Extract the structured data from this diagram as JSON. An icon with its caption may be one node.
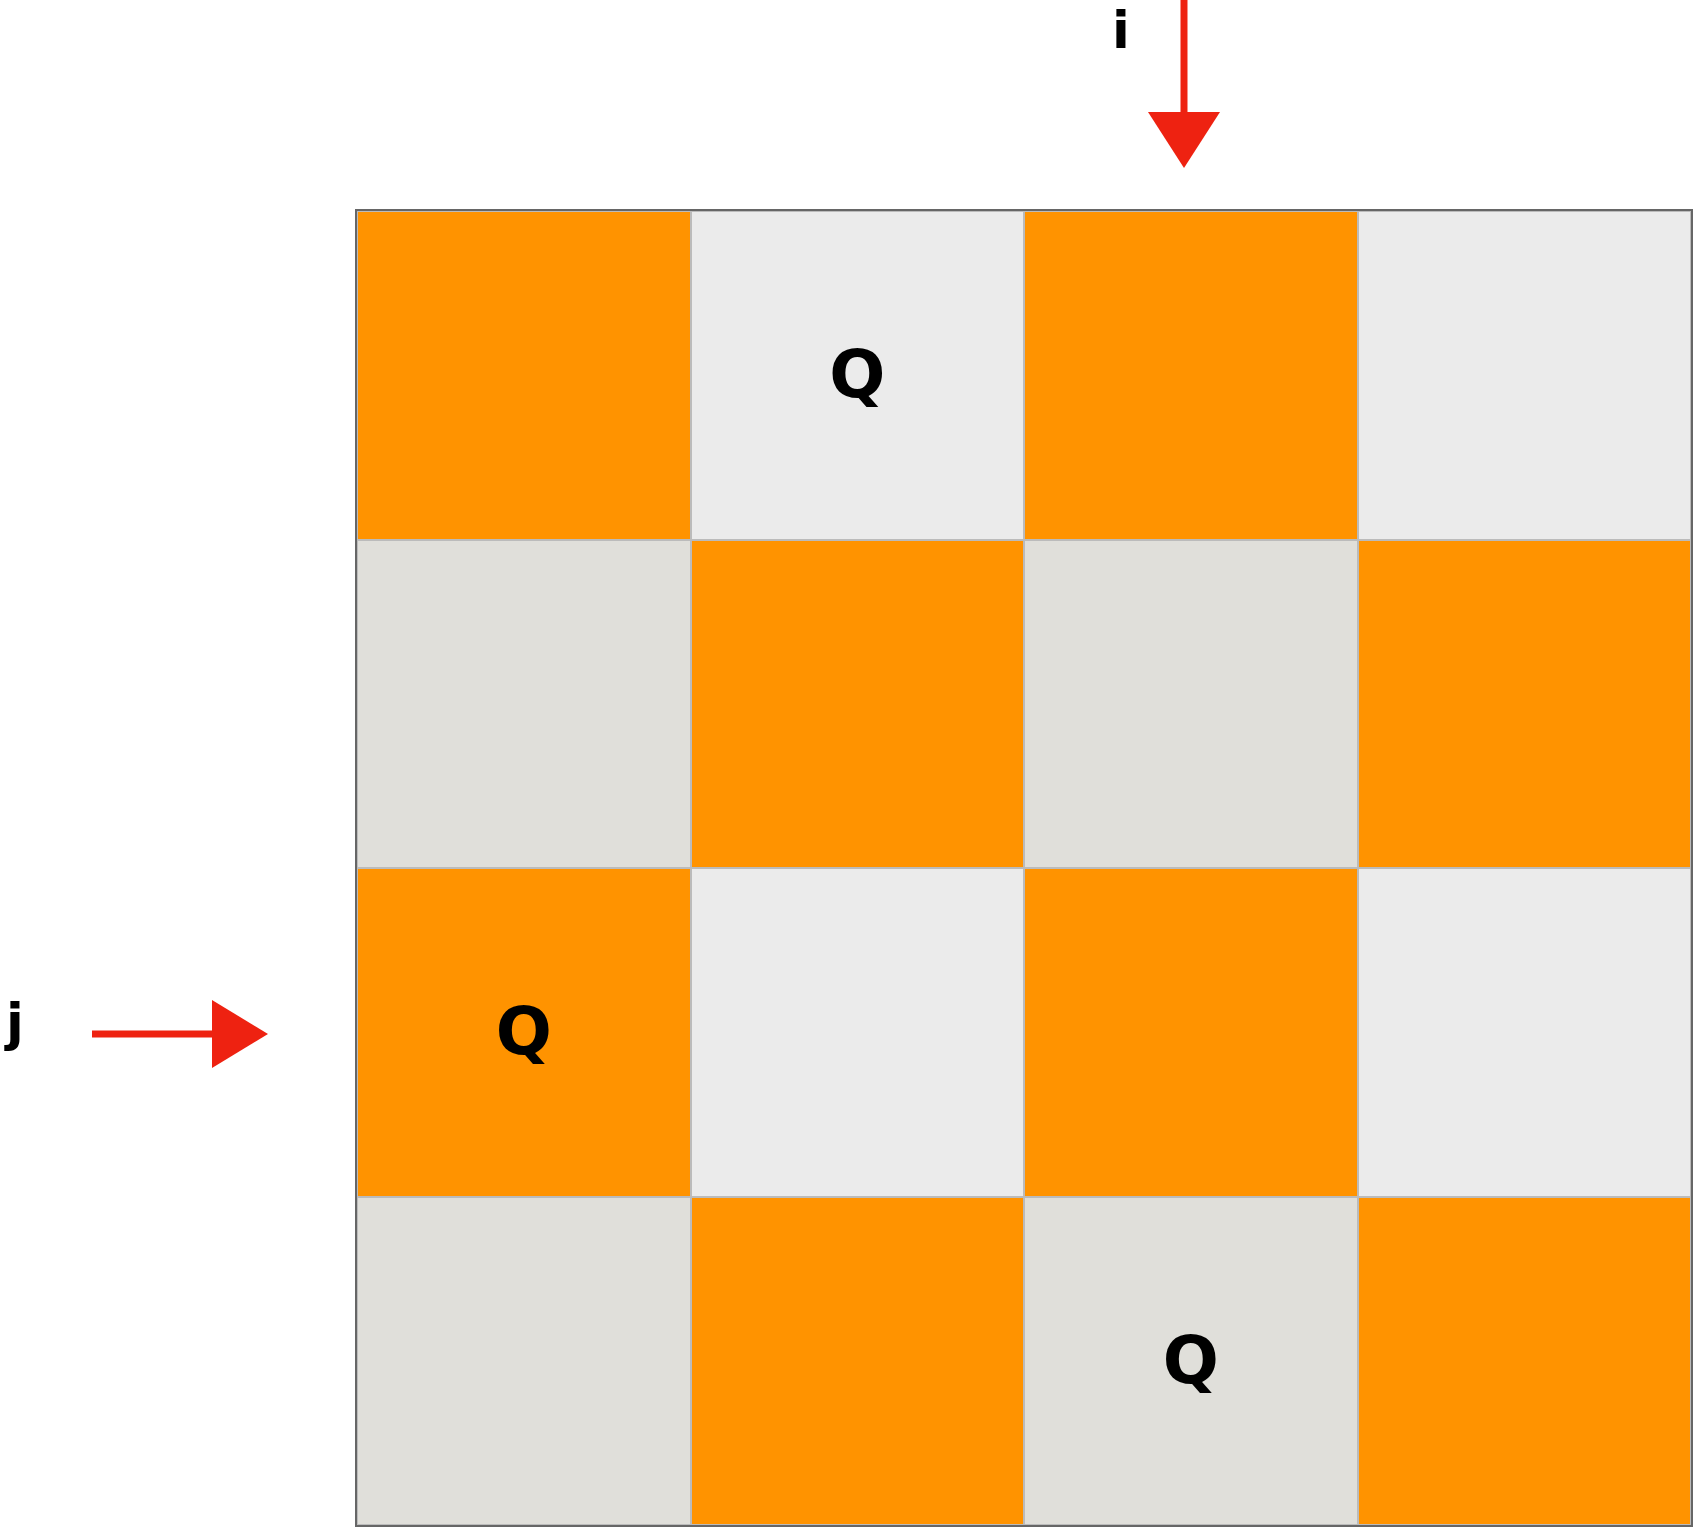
{
  "diagram": {
    "nodes": [
      {
        "text": [],
        "shape": "box"
      },
      {
        "text": [
          "Q"
        ]
      },
      {
        "text": [],
        "shape": "box"
      },
      {
        "text": [],
        "shape": "box"
      },
      {
        "text": [],
        "shape": "box"
      },
      {
        "text": [],
        "shape": "box"
      },
      {
        "text": [],
        "shape": "box"
      },
      {
        "text": [],
        "shape": "box"
      },
      {
        "text": [
          "Q"
        ]
      },
      {
        "text": [],
        "shape": "box"
      },
      {
        "text": [],
        "shape": "box"
      },
      {
        "text": [],
        "shape": "box"
      },
      {
        "text": [],
        "shape": "box"
      },
      {
        "text": [],
        "shape": "box"
      },
      {
        "text": [
          "Q"
        ]
      },
      {
        "text": [],
        "shape": "box"
      }
    ],
    "labels": [
      "i",
      "j"
    ]
  }
}
